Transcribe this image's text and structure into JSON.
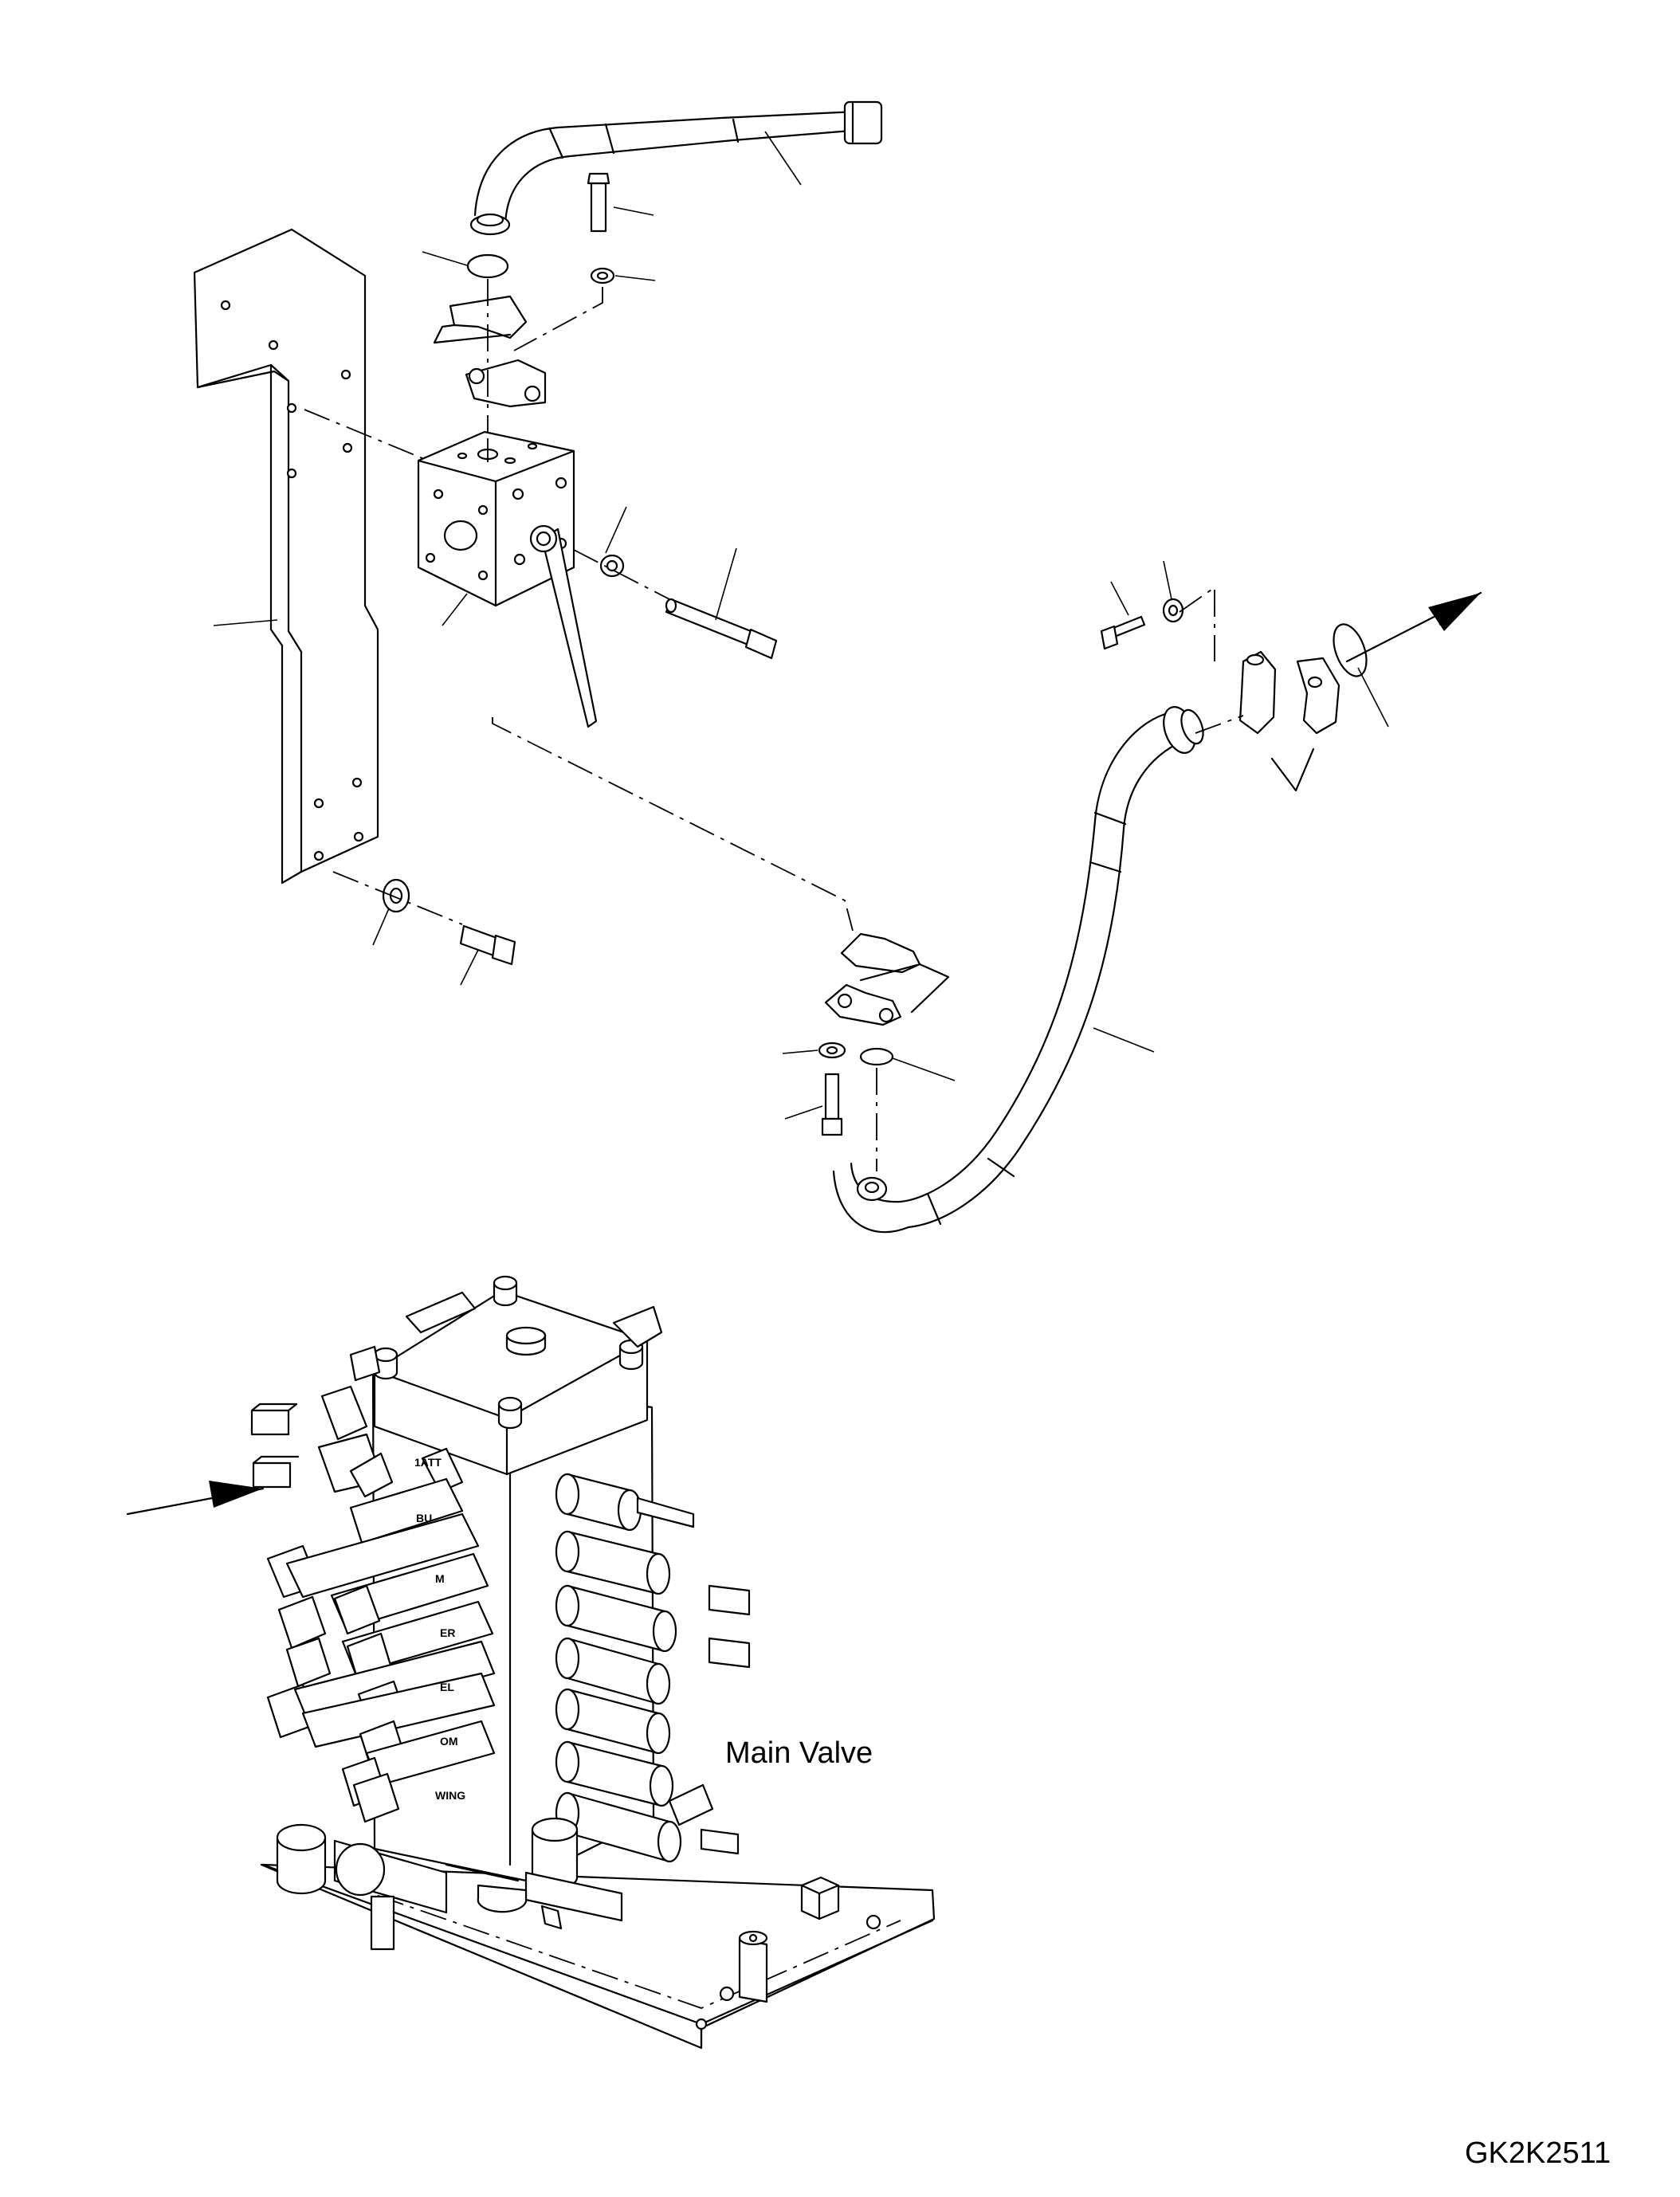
{
  "labels": {
    "main_valve": "Main Valve",
    "drawing_code": "GK2K2511"
  },
  "valve_markings": [
    "1ATT",
    "BU",
    "M",
    "ER",
    "EL",
    "OM",
    "WING"
  ]
}
